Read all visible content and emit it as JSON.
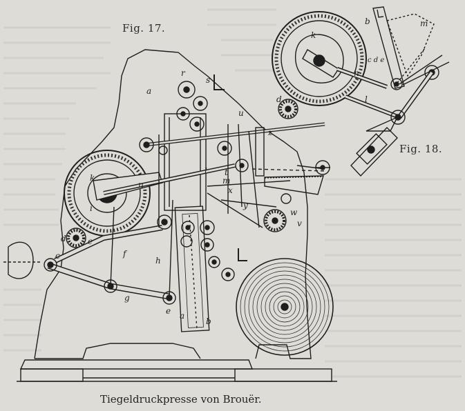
{
  "figure_left": {
    "label": "Fig. 17."
  },
  "figure_right": {
    "label": "Fig. 18."
  },
  "caption": "Tiegeldruckpresse von Brouër.",
  "part_labels_fig17": [
    "a",
    "a",
    "b",
    "c",
    "d",
    "d",
    "e",
    "f",
    "g",
    "h",
    "i",
    "k",
    "l",
    "m",
    "n",
    "r",
    "s",
    "t",
    "u",
    "v",
    "w",
    "x",
    "y",
    "z"
  ],
  "part_labels_fig18": [
    "b",
    "c",
    "d",
    "e",
    "k",
    "l",
    "m",
    "n"
  ],
  "colors": {
    "paper": "#dedcd6",
    "ink": "#1e1e1e"
  }
}
